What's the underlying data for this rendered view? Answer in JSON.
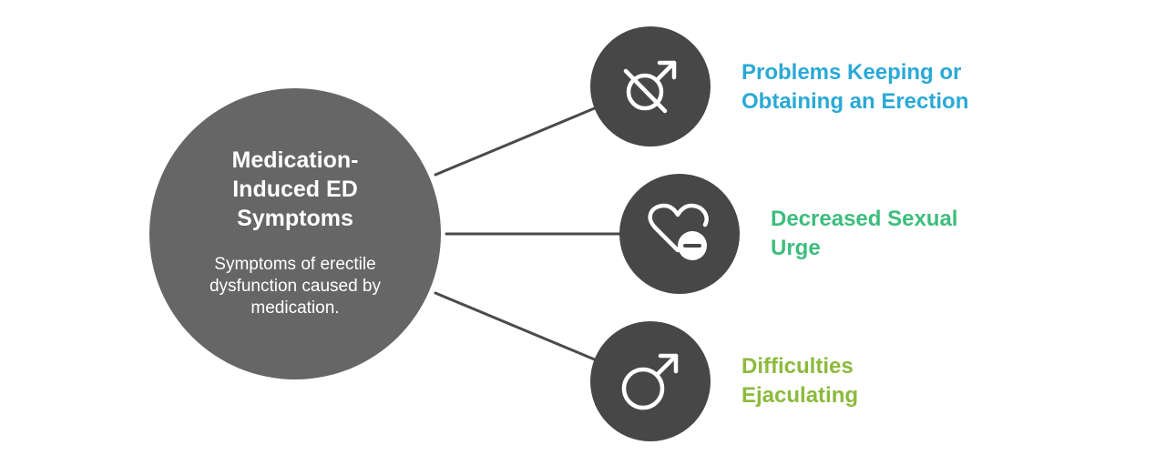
{
  "center": {
    "title_lines": [
      "Medication-",
      "Induced ED",
      "Symptoms"
    ],
    "description_lines": [
      "Symptoms of erectile",
      "dysfunction caused by",
      "medication."
    ]
  },
  "nodes": [
    {
      "icon": "no-erection-icon",
      "label_lines": [
        "Problems Keeping or",
        "Obtaining an Erection"
      ],
      "color": "#2aa9d6"
    },
    {
      "icon": "heart-minus-icon",
      "label_lines": [
        "Decreased Sexual",
        "Urge"
      ],
      "color": "#3dbd7d"
    },
    {
      "icon": "male-symbol-icon",
      "label_lines": [
        "Difficulties",
        "Ejaculating"
      ],
      "color": "#8cba3c"
    }
  ],
  "colors": {
    "center_fill": "#666666",
    "node_fill": "#474747",
    "connector": "#4a4a4a"
  }
}
